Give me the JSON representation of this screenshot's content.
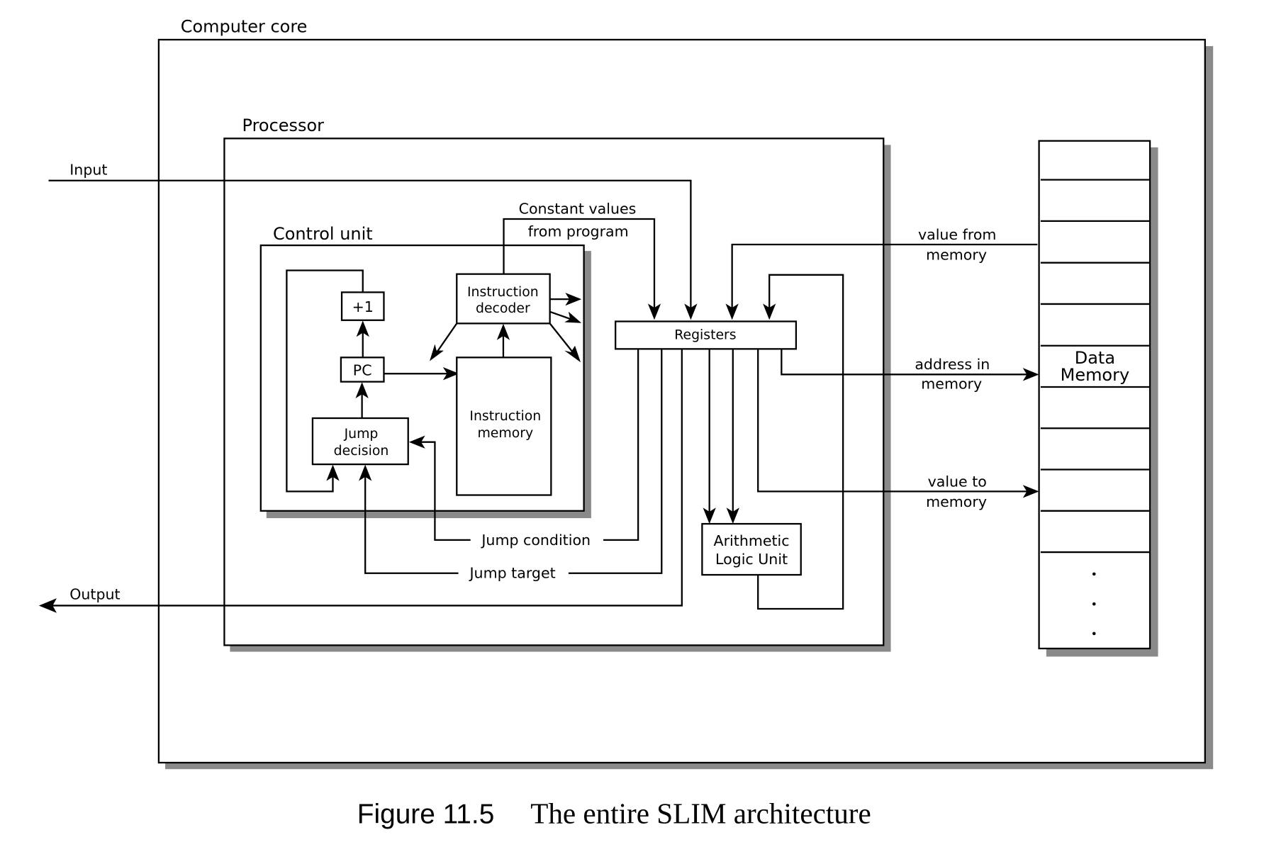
{
  "diagram": {
    "containers": {
      "computer_core": "Computer core",
      "processor": "Processor",
      "control_unit": "Control unit"
    },
    "components": {
      "plus_one": "+1",
      "pc": "PC",
      "jump_decision": [
        "Jump",
        "decision"
      ],
      "instruction_decoder": [
        "Instruction",
        "decoder"
      ],
      "instruction_memory": [
        "Instruction",
        "memory"
      ],
      "registers": "Registers",
      "alu": [
        "Arithmetic",
        "Logic Unit"
      ],
      "data_memory": [
        "Data",
        "Memory"
      ]
    },
    "signals": {
      "input": "Input",
      "output": "Output",
      "constant_values": [
        "Constant values",
        "from program"
      ],
      "jump_condition": "Jump condition",
      "jump_target": "Jump target",
      "value_from_memory": [
        "value from",
        "memory"
      ],
      "address_in_memory": [
        "address in",
        "memory"
      ],
      "value_to_memory": [
        "value to",
        "memory"
      ]
    },
    "data_memory_ellipsis": [
      "·",
      "·",
      "·"
    ]
  },
  "caption": {
    "figure_number": "Figure 11.5",
    "title": "The entire SLIM architecture"
  },
  "colors": {
    "line": "#000000",
    "shadow": "#8a8a8a",
    "background": "#ffffff"
  }
}
